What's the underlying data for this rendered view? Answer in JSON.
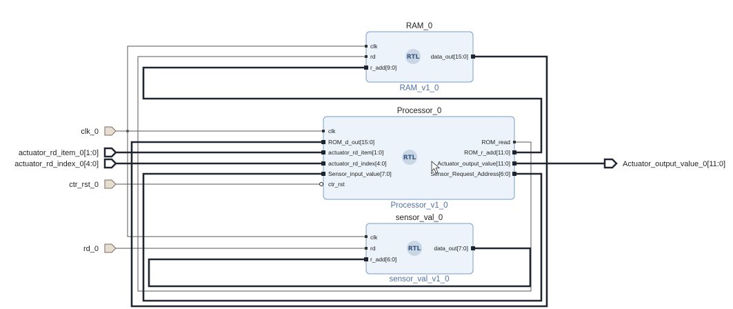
{
  "ports": {
    "clk": "clk_0",
    "rd_item": "actuator_rd_item_0[1:0]",
    "rd_index": "actuator_rd_index_0[4:0]",
    "ctr_rst": "ctr_rst_0",
    "rd": "rd_0",
    "out": "Actuator_output_value_0[11:0]"
  },
  "ram": {
    "instance": "RAM_0",
    "cell": "RAM_v1_0",
    "logo": "RTL",
    "pins": {
      "clk": "clk",
      "rd": "rd",
      "r_add": "r_add[9:0]",
      "data_out": "data_out[15:0]"
    }
  },
  "processor": {
    "instance": "Processor_0",
    "cell": "Processor_v1_0",
    "logo": "RTL",
    "pins": {
      "clk": "clk",
      "rom_d_out": "ROM_d_out[15:0]",
      "rd_item": "actuator_rd_item[1:0]",
      "rd_index": "actuator_rd_index[4:0]",
      "sensor_in": "Sensor_input_value[7:0]",
      "ctr_rst": "ctr_rst",
      "rom_read": "ROM_read",
      "rom_r_add": "ROM_r_add[11:0]",
      "act_out": "Actuator_output_value[11:0]",
      "sensor_req": "Sensor_Request_Address[6:0]"
    }
  },
  "sensor": {
    "instance": "sensor_val_0",
    "cell": "sensor_val_v1_0",
    "logo": "RTL",
    "pins": {
      "clk": "clk",
      "rd": "rd",
      "r_add": "r_add[6:0]",
      "data_out": "data_out[7:0]"
    }
  },
  "colors": {
    "block_fill": "#ecf3fb",
    "block_border": "#7a9cc4",
    "cell_text": "#4f6fa4",
    "bus": "#1f2630",
    "wire": "#555555"
  }
}
